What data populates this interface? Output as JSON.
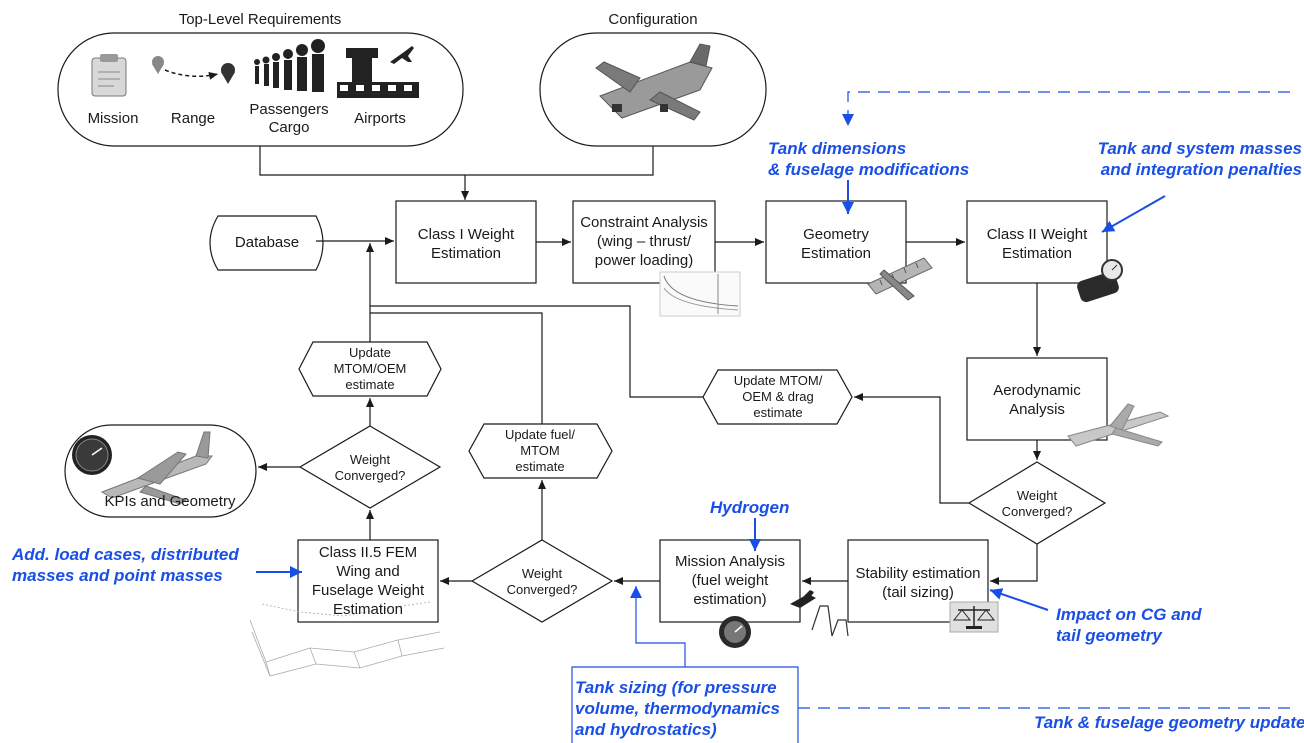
{
  "top_level_requirements": {
    "title": "Top-Level Requirements",
    "items": [
      "Mission",
      "Range",
      "Passengers",
      "Cargo",
      "Airports"
    ]
  },
  "configuration": {
    "title": "Configuration"
  },
  "nodes": {
    "database": "Database",
    "class1": [
      "Class I Weight",
      "Estimation"
    ],
    "constraint": [
      "Constraint Analysis",
      "(wing – thrust/",
      "power loading)"
    ],
    "geometry": [
      "Geometry",
      "Estimation"
    ],
    "class2": [
      "Class II Weight",
      "Estimation"
    ],
    "aero": [
      "Aerodynamic",
      "Analysis"
    ],
    "weight_conv_right": [
      "Weight",
      "Converged?"
    ],
    "update_drag": [
      "Update MTOM/",
      "OEM & drag",
      "estimate"
    ],
    "stability": [
      "Stability estimation",
      "(tail sizing)"
    ],
    "mission": [
      "Mission Analysis",
      "(fuel weight",
      "estimation)"
    ],
    "weight_conv_mid": [
      "Weight",
      "Converged?"
    ],
    "update_fuel": [
      "Update fuel/",
      "MTOM",
      "estimate"
    ],
    "fem": [
      "Class II.5 FEM",
      "Wing and",
      "Fuselage Weight",
      "Estimation"
    ],
    "weight_conv_left": [
      "Weight",
      "Converged?"
    ],
    "update_mtom": [
      "Update",
      "MTOM/OEM",
      "estimate"
    ],
    "kpis": "KPIs and Geometry"
  },
  "annotations": {
    "tank_dimensions": [
      "Tank dimensions",
      "& fuselage modifications"
    ],
    "tank_masses": [
      "Tank and system masses",
      "and integration penalties"
    ],
    "hydrogen": "Hydrogen",
    "add_load": [
      "Add. load cases, distributed",
      "masses and point masses"
    ],
    "impact_cg": [
      "Impact on CG and",
      "tail geometry"
    ],
    "tank_sizing": [
      "Tank sizing (for pressure",
      "volume, thermodynamics",
      "and hydrostatics)"
    ],
    "tank_updates": "Tank & fuselage geometry updates"
  },
  "colors": {
    "accent": "#1a4fe6",
    "line": "#1a1a1a"
  },
  "icons": [
    "clipboard-icon",
    "route-pin-icon",
    "people-icon",
    "airport-tower-icon",
    "lego-plane-icon",
    "ruler-pencil-icon",
    "scale-icon",
    "plane-icon",
    "airliner-icon",
    "gauge-icon",
    "balance-icon",
    "fem-wireframe-icon",
    "constraint-plot-icon"
  ]
}
